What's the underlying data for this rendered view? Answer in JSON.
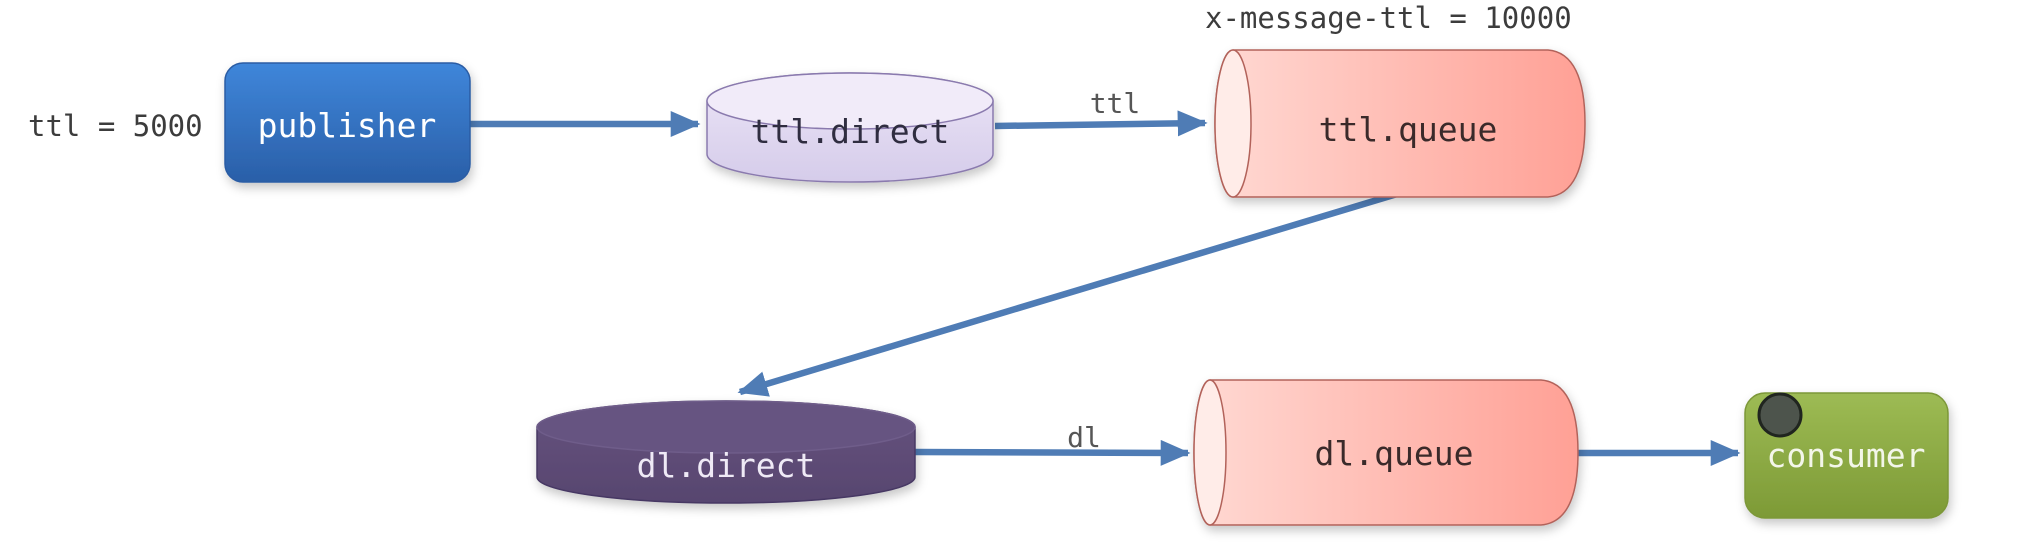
{
  "diagram": {
    "annotations": {
      "publisher_ttl": "ttl = 5000",
      "queue_ttl": "x-message-ttl = 10000"
    },
    "nodes": {
      "publisher": {
        "label": "publisher",
        "shape": "rounded-rect",
        "color": "#2f6fc1",
        "text_color": "#ffffff"
      },
      "ttl_direct": {
        "label": "ttl.direct",
        "shape": "cylinder-vertical",
        "color": "#ded5ef",
        "text_color": "#2f2d40"
      },
      "ttl_queue": {
        "label": "ttl.queue",
        "shape": "cylinder-horizontal",
        "color": "#ffa79d",
        "text_color": "#3a2a2a"
      },
      "dl_direct": {
        "label": "dl.direct",
        "shape": "cylinder-vertical",
        "color": "#5d4b77",
        "text_color": "#efeaf6"
      },
      "dl_queue": {
        "label": "dl.queue",
        "shape": "cylinder-horizontal",
        "color": "#ffa79d",
        "text_color": "#3a2a2a"
      },
      "consumer": {
        "label": "consumer",
        "shape": "rounded-rect",
        "color": "#8cab42",
        "text_color": "#f3f6e9"
      }
    },
    "edges": {
      "ttl_binding": {
        "label": "ttl"
      },
      "dl_binding": {
        "label": "dl"
      }
    },
    "colors": {
      "arrow": "#4f7cb5",
      "annotation_text": "#3c3c3c",
      "edge_label_text": "#565656",
      "consumer_dot": "#4d544c"
    }
  }
}
